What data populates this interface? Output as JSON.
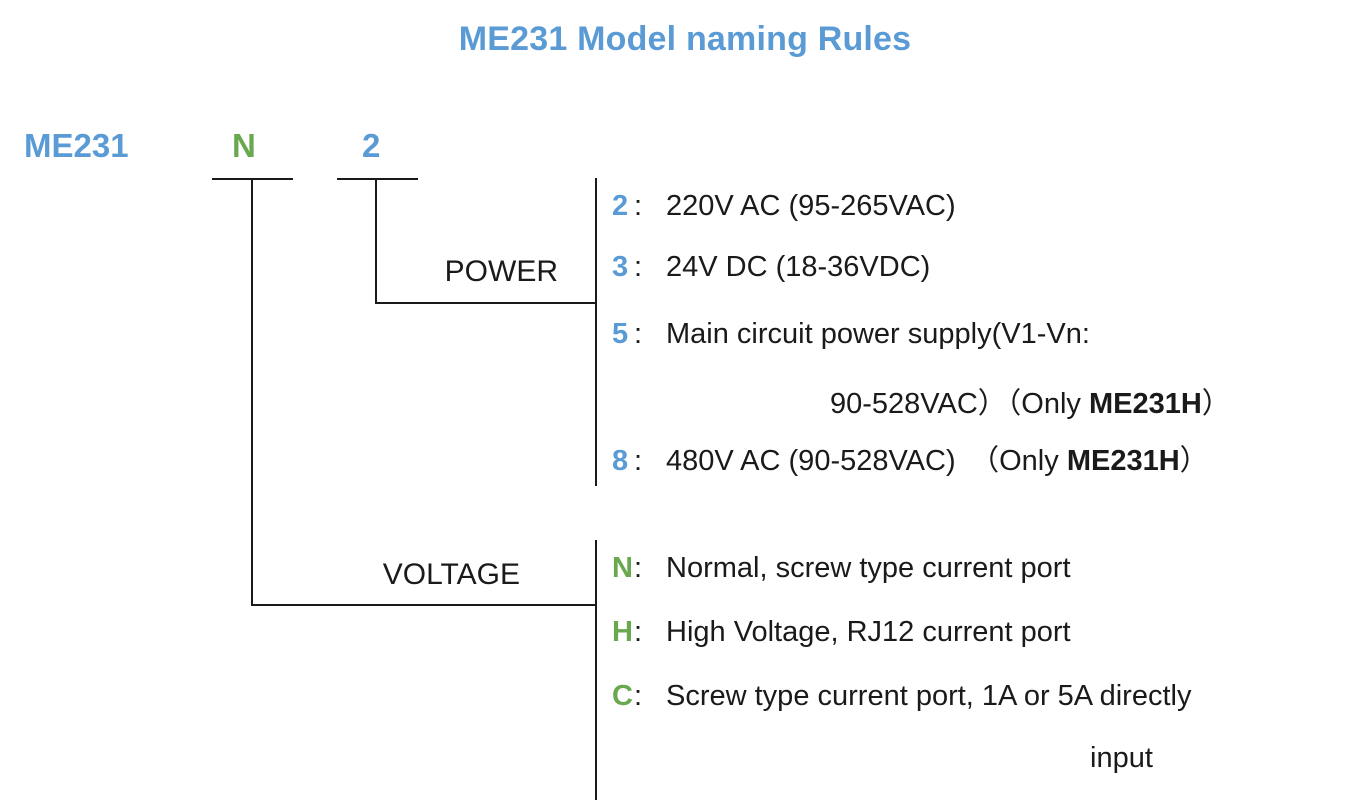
{
  "title": "ME231 Model naming Rules",
  "colors": {
    "title_blue": "#5b9bd5",
    "code_blue": "#5b9bd5",
    "code_green": "#6aa84f",
    "line_black": "#1a1a1a"
  },
  "model_code": {
    "base": "ME231",
    "voltage_token": "N",
    "power_token": "2"
  },
  "branches": {
    "power": {
      "label": "POWER",
      "options": [
        {
          "key": "2",
          "colon": ":",
          "text": "220V AC (95-265VAC)"
        },
        {
          "key": "3",
          "colon": ":",
          "text": "24V DC (18-36VDC)"
        },
        {
          "key": "5",
          "colon": ":",
          "text": "Main circuit power supply(V1-Vn:",
          "continuation_prefix": "90-528VAC）（Only ",
          "continuation_bold": "ME231H",
          "continuation_suffix": "）"
        },
        {
          "key": "8",
          "colon": ":",
          "text": "480V AC (90-528VAC)　（Only ",
          "bold": "ME231H",
          "suffix": "）"
        }
      ]
    },
    "voltage": {
      "label": "VOLTAGE",
      "options": [
        {
          "key": "N",
          "colon": ":",
          "text": "Normal, screw type current port"
        },
        {
          "key": "H",
          "colon": ":",
          "text": "High Voltage, RJ12 current port"
        },
        {
          "key": "C",
          "colon": ":",
          "text": "Screw type current port, 1A or 5A directly",
          "continuation": "input"
        }
      ]
    }
  }
}
